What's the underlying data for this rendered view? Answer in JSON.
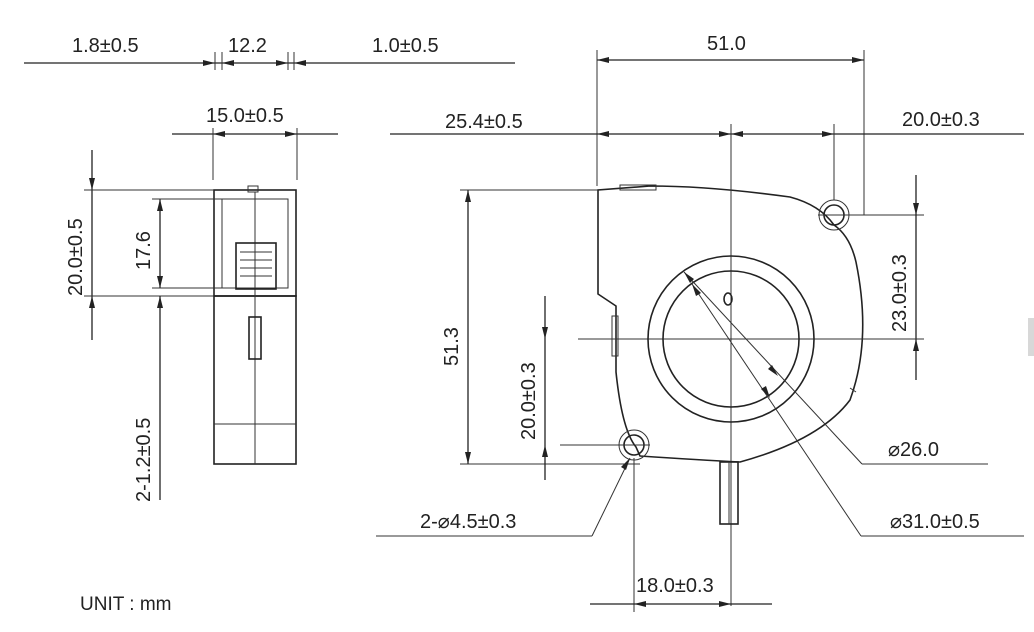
{
  "colors": {
    "line": "#222222",
    "background": "#ffffff"
  },
  "labels": {
    "side_gap_left": "1.8±0.5",
    "side_width": "12.2",
    "side_gap_right": "1.0±0.5",
    "side_total_width": "15.0±0.5",
    "side_height": "20.0±0.5",
    "side_inner_height": "17.6",
    "pins": "2-1.2±0.5",
    "front_width": "51.0",
    "front_center_offset": "25.4±0.5",
    "hole_offset_x": "20.0±0.3",
    "front_height": "51.3",
    "hole_offset_y_left": "20.0±0.3",
    "hole_offset_y_right": "23.0±0.3",
    "hub_diameter": "⌀26.0",
    "inlet_diameter": "⌀31.0±0.5",
    "mount_holes": "2-⌀4.5±0.3",
    "hole_spacing": "18.0±0.3",
    "unit": "UNIT : mm"
  }
}
